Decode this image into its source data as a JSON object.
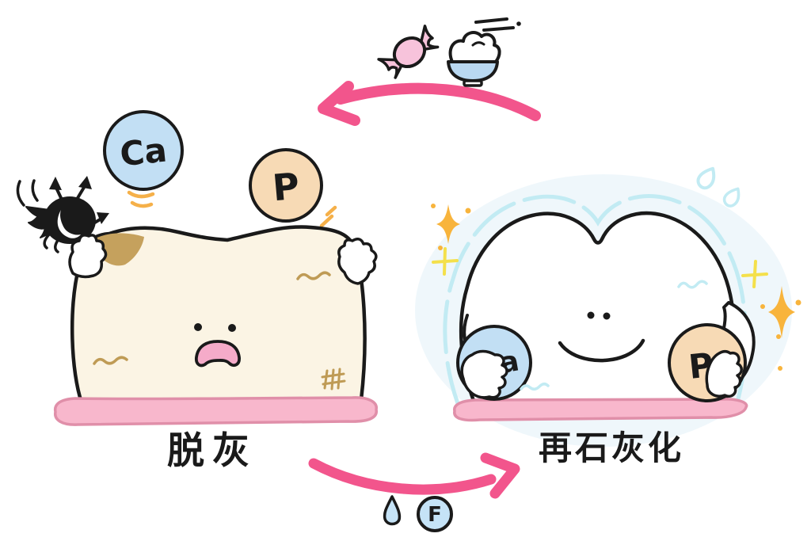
{
  "labels": {
    "demineralization": "脱灰",
    "remineralization": "再石灰化"
  },
  "minerals": {
    "calcium": "Ca",
    "phosphorus": "P",
    "fluoride": "F"
  },
  "icons": {
    "candy": "candy-icon",
    "rice_bowl": "rice-bowl-icon",
    "motion_lines": "motion-lines-icon",
    "cavity_germ": "cavity-germ-icon",
    "water_drop": "water-drop-icon",
    "fluoride_circle": "fluoride-circle-icon",
    "sparkle": "sparkle-icon",
    "sad_tooth": "sad-tooth-character",
    "happy_tooth": "happy-tooth-character"
  },
  "colors": {
    "arrow_pink": "#F2558C",
    "gum_pink": "#F8B7CC",
    "gum_outline": "#E08FA9",
    "tooth_cream": "#FBF4E4",
    "tooth_white": "#FFFFFF",
    "stain_brown": "#C5A15D",
    "stain_line_brown": "#BF9B55",
    "calcium_blue": "#C2DFF4",
    "phosphorus_peach": "#F7DAB5",
    "fluoride_blue": "#C5E3F7",
    "bowl_blue": "#B9D8F1",
    "candy_pink": "#F7C3DB",
    "mouth_pink": "#F5ABC9",
    "sparkle_orange": "#F8B43C",
    "sparkle_yellow": "#F4E04B",
    "aura_cyan": "#C2EBF3",
    "scene_tint_blue": "#EAF4FA",
    "outline_black": "#1A1A1A",
    "vibration_orange": "#F5B049"
  }
}
